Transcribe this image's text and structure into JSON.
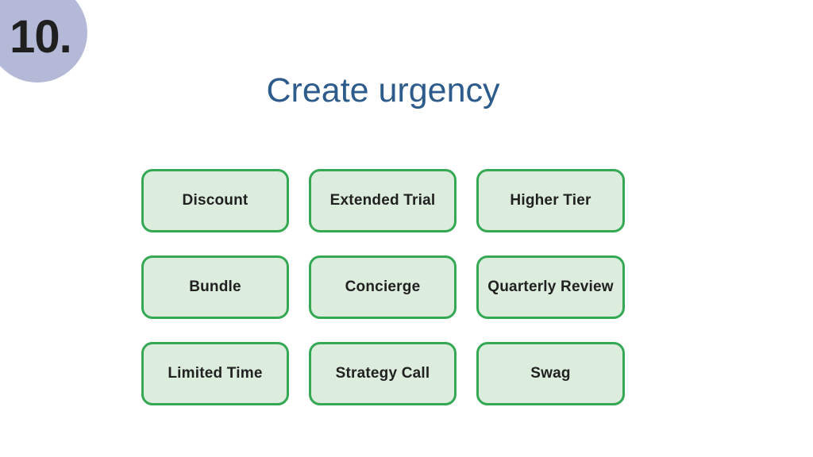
{
  "slide": {
    "badge_number": "10.",
    "title": "Create urgency",
    "grid": {
      "rows": [
        [
          "Discount",
          "Extended Trial",
          "Higher Tier"
        ],
        [
          "Bundle",
          "Concierge",
          "Quarterly Review"
        ],
        [
          "Limited Time",
          "Strategy Call",
          "Swag"
        ]
      ]
    },
    "colors": {
      "page_bg": "#ffffff",
      "badge_bg": "#b3b9d6",
      "badge_text": "#1f1f1f",
      "title": "#2d5c8c",
      "box_border": "#34a853",
      "box_bg": "#dcecdd",
      "box_text": "#212121"
    }
  }
}
